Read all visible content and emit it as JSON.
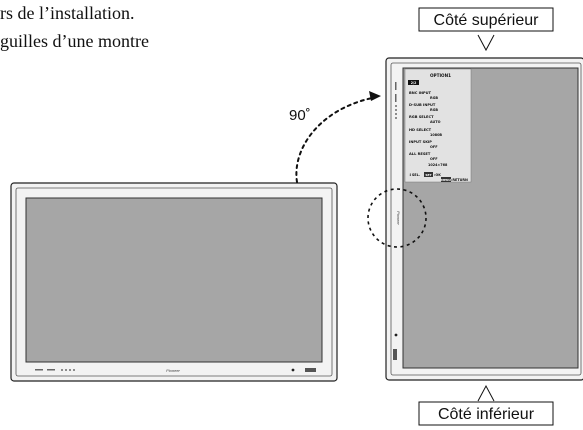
{
  "text_lines": [
    "rs de l’installation.",
    "guilles d’une montre"
  ],
  "labels": {
    "top_side": "Côté supérieur",
    "bottom_side": "Côté inférieur",
    "rotation": "90˚"
  },
  "brand_logo": "Pioneer",
  "osd_menu": {
    "title": "OPTION1",
    "page_tag": "2/2",
    "items": [
      {
        "label": "BNC INPUT",
        "value": "RGB"
      },
      {
        "label": "D-SUB INPUT",
        "value": "RGB"
      },
      {
        "label": "RGB SELECT",
        "value": "AUTO"
      },
      {
        "label": "HD SELECT",
        "value": "1080B"
      },
      {
        "label": "INPUT SKIP",
        "value": "OFF"
      },
      {
        "label": "ALL RESET",
        "value": "OFF"
      }
    ],
    "resolution": "1024×768",
    "footer": {
      "select": "↕SEL.",
      "set_key": "SET",
      "ok": ":OK",
      "menu_key": "MENU",
      "return": ":RETURN"
    }
  },
  "colors": {
    "screen_fill": "#a6a6a6",
    "bezel": "#ececec",
    "line": "#222222",
    "osd_bg": "#e2e2e2"
  }
}
